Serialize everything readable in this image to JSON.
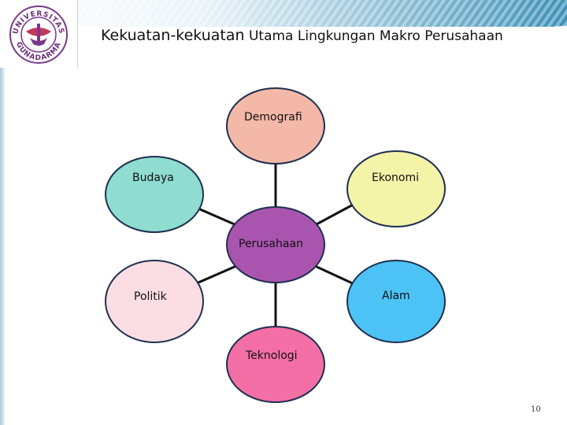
{
  "slide": {
    "title_part1": "Kekuatan-kekuatan",
    "title_part2": " Utama Lingkungan Makro Perusahaan",
    "page_number": "10"
  },
  "logo": {
    "top_text": "UNIVERSITAS",
    "bottom_text": "GUNADARMA"
  },
  "diagram": {
    "center": "Perusahaan",
    "nodes": {
      "top": "Demografi",
      "upper_left": "Budaya",
      "upper_right": "Ekonomi",
      "lower_left": "Politik",
      "lower_right": "Alam",
      "bottom": "Teknologi"
    }
  },
  "colors": {
    "demografi": "#f4b8a8",
    "budaya": "#8fdcd0",
    "ekonomi": "#f4f4a8",
    "politik": "#fbdde4",
    "alam": "#4dc3f5",
    "teknologi": "#f36fa6",
    "perusahaan": "#a955b0",
    "header": "#3f90b6"
  }
}
